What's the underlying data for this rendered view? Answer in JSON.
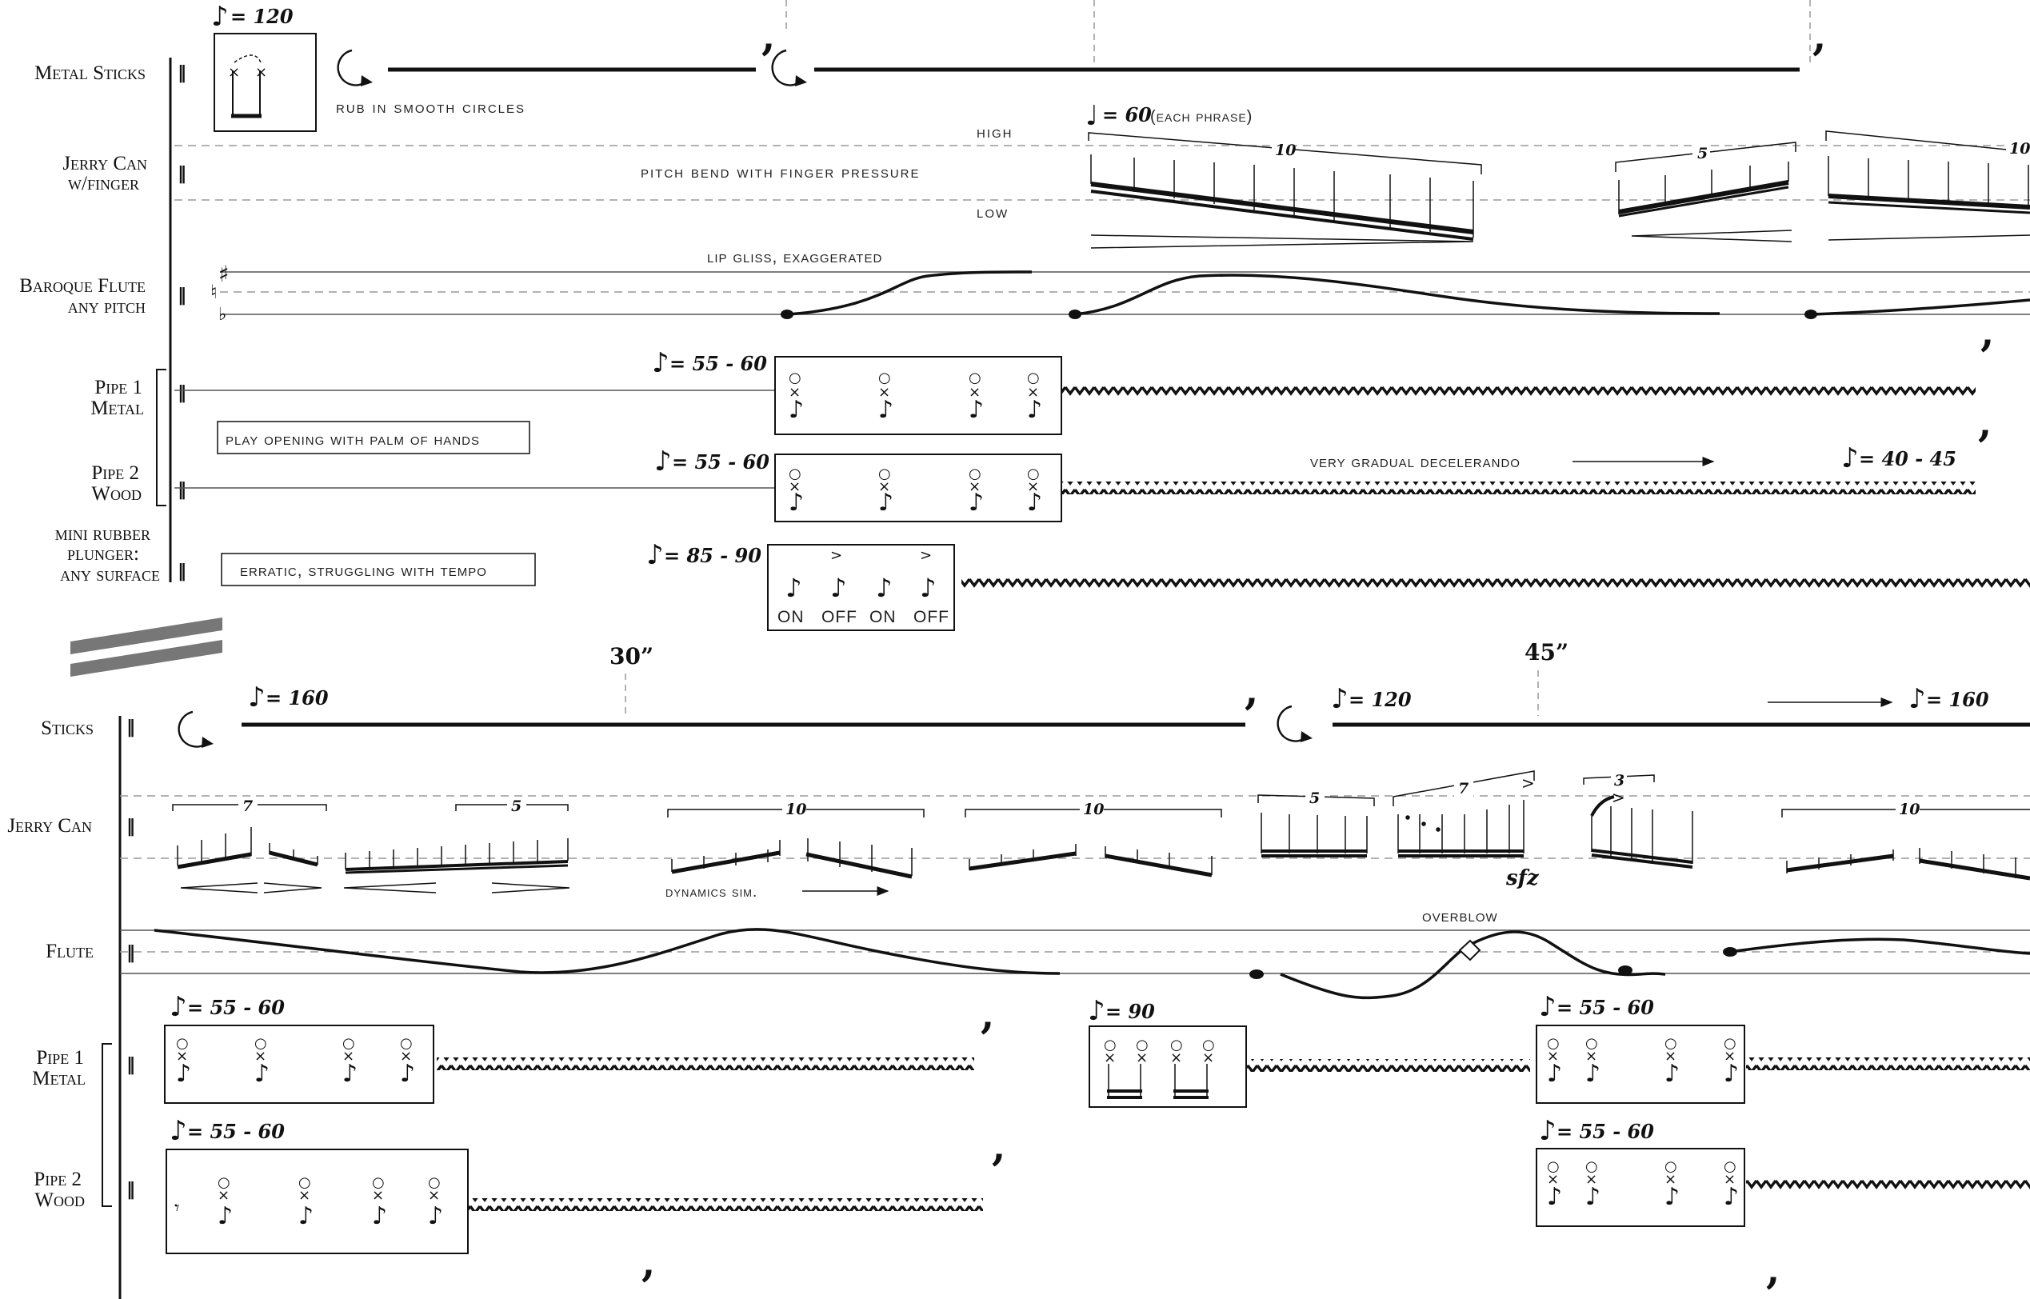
{
  "system1": {
    "instruments": {
      "sticks": "Metal Sticks",
      "jerry_can_1": "Jerry Can",
      "jerry_can_2": "w/finger",
      "flute_1": "Baroque Flute",
      "flute_2": "any pitch",
      "pipe1_1": "Pipe 1",
      "pipe1_2": "Metal",
      "pipe2_1": "Pipe 2",
      "pipe2_2": "Wood",
      "plunger_1": "mini rubber",
      "plunger_2": "plunger:",
      "plunger_3": "any surface"
    },
    "tempo_sticks": "= 120",
    "rub_instruction": "rub in smooth circles",
    "jerry_high": "high",
    "jerry_low": "low",
    "pitch_bend": "pitch bend with finger pressure",
    "jerry_tempo": "= 60",
    "each_phrase": "(each phrase)",
    "tuplets": [
      "10",
      "5",
      "10"
    ],
    "lip_gliss": "lip gliss, exaggerated",
    "pipe1_tempo": "= 55  -  60",
    "pipe2_tempo": "= 55  -  60",
    "pipe_instruction": "play opening with palm of hands",
    "decelerando": "very gradual decelerando",
    "end_tempo": "= 40  -  45",
    "plunger_tempo": "= 85  -  90",
    "plunger_instruction": "erratic, struggling with tempo",
    "on_off": [
      "ON",
      "OFF",
      "ON",
      "OFF"
    ]
  },
  "system2": {
    "instruments": {
      "sticks": "Sticks",
      "jerry_can": "Jerry Can",
      "flute": "Flute",
      "pipe1_1": "Pipe 1",
      "pipe1_2": "Metal",
      "pipe2_1": "Pipe 2",
      "pipe2_2": "Wood"
    },
    "time_30": "30”",
    "time_45": "45”",
    "tempo_160": "= 160",
    "tempo_120": "= 120",
    "tempo_160_end": "= 160",
    "tuplets": [
      "7",
      "5",
      "10",
      "10",
      "5",
      "7",
      "3",
      "10"
    ],
    "dynamics_sim": "dynamics sim.",
    "sfz": "sfz",
    "overblow": "overblow",
    "pipe1_tempo_a": "= 55  -  60",
    "pipe1_tempo_b": "= 90",
    "pipe1_tempo_c": "= 55  -  60",
    "pipe2_tempo_a": "= 55  -  60",
    "pipe2_tempo_c": "= 55  -  60"
  },
  "glyphs": {
    "eighth_note": "♪",
    "quarter_note": "♩",
    "breath_mark": ",",
    "repeat_bar": "‖",
    "sharp": "♯",
    "natural": "♮",
    "flat": "♭"
  }
}
